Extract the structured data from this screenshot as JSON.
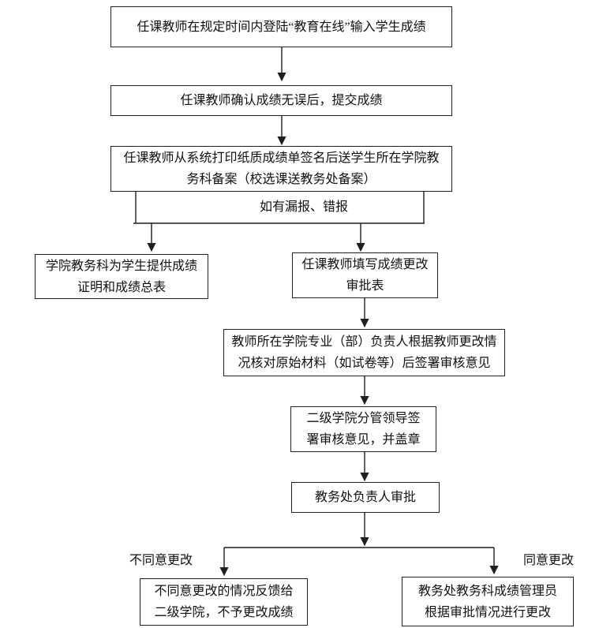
{
  "colors": {
    "background": "#ffffff",
    "line": "#1f1f1f",
    "text": "#111111"
  },
  "diagram": {
    "type": "flowchart",
    "nodes": [
      {
        "id": "login",
        "lines": [
          "任课教师在规定时间内登陆“教育在线”输入学生成绩"
        ]
      },
      {
        "id": "confirm-submit",
        "lines": [
          "任课教师确认成绩无误后，提交成绩"
        ]
      },
      {
        "id": "print-archive",
        "lines": [
          "任课教师从系统打印纸质成绩单签名后送学生所在学院教",
          "务科备案（校选课送教务处备案）"
        ]
      },
      {
        "id": "provide-transcript",
        "lines": [
          "学院教务科为学生提供成绩",
          "证明和成绩总表"
        ]
      },
      {
        "id": "fill-change-form",
        "lines": [
          "任课教师填写成绩更改",
          "审批表"
        ]
      },
      {
        "id": "department-review",
        "lines": [
          "教师所在学院专业（部）负责人根据教师更改情",
          "况核对原始材料（如试卷等）后签署审核意见"
        ]
      },
      {
        "id": "college-leader-sign",
        "lines": [
          "二级学院分管领导签",
          "署审核意见，并盖章"
        ]
      },
      {
        "id": "dean-approve",
        "lines": [
          "教务处负责人审批"
        ]
      },
      {
        "id": "reject-feedback",
        "lines": [
          "不同意更改的情况反馈给",
          "二级学院，不予更改成绩"
        ]
      },
      {
        "id": "admin-change",
        "lines": [
          "教务处教务科成绩管理员",
          "根据审批情况进行更改"
        ]
      }
    ],
    "edge_labels": [
      {
        "id": "error-report",
        "text": "如有漏报、错报"
      },
      {
        "id": "disagree",
        "text": "不同意更改"
      },
      {
        "id": "agree",
        "text": "同意更改"
      }
    ]
  }
}
